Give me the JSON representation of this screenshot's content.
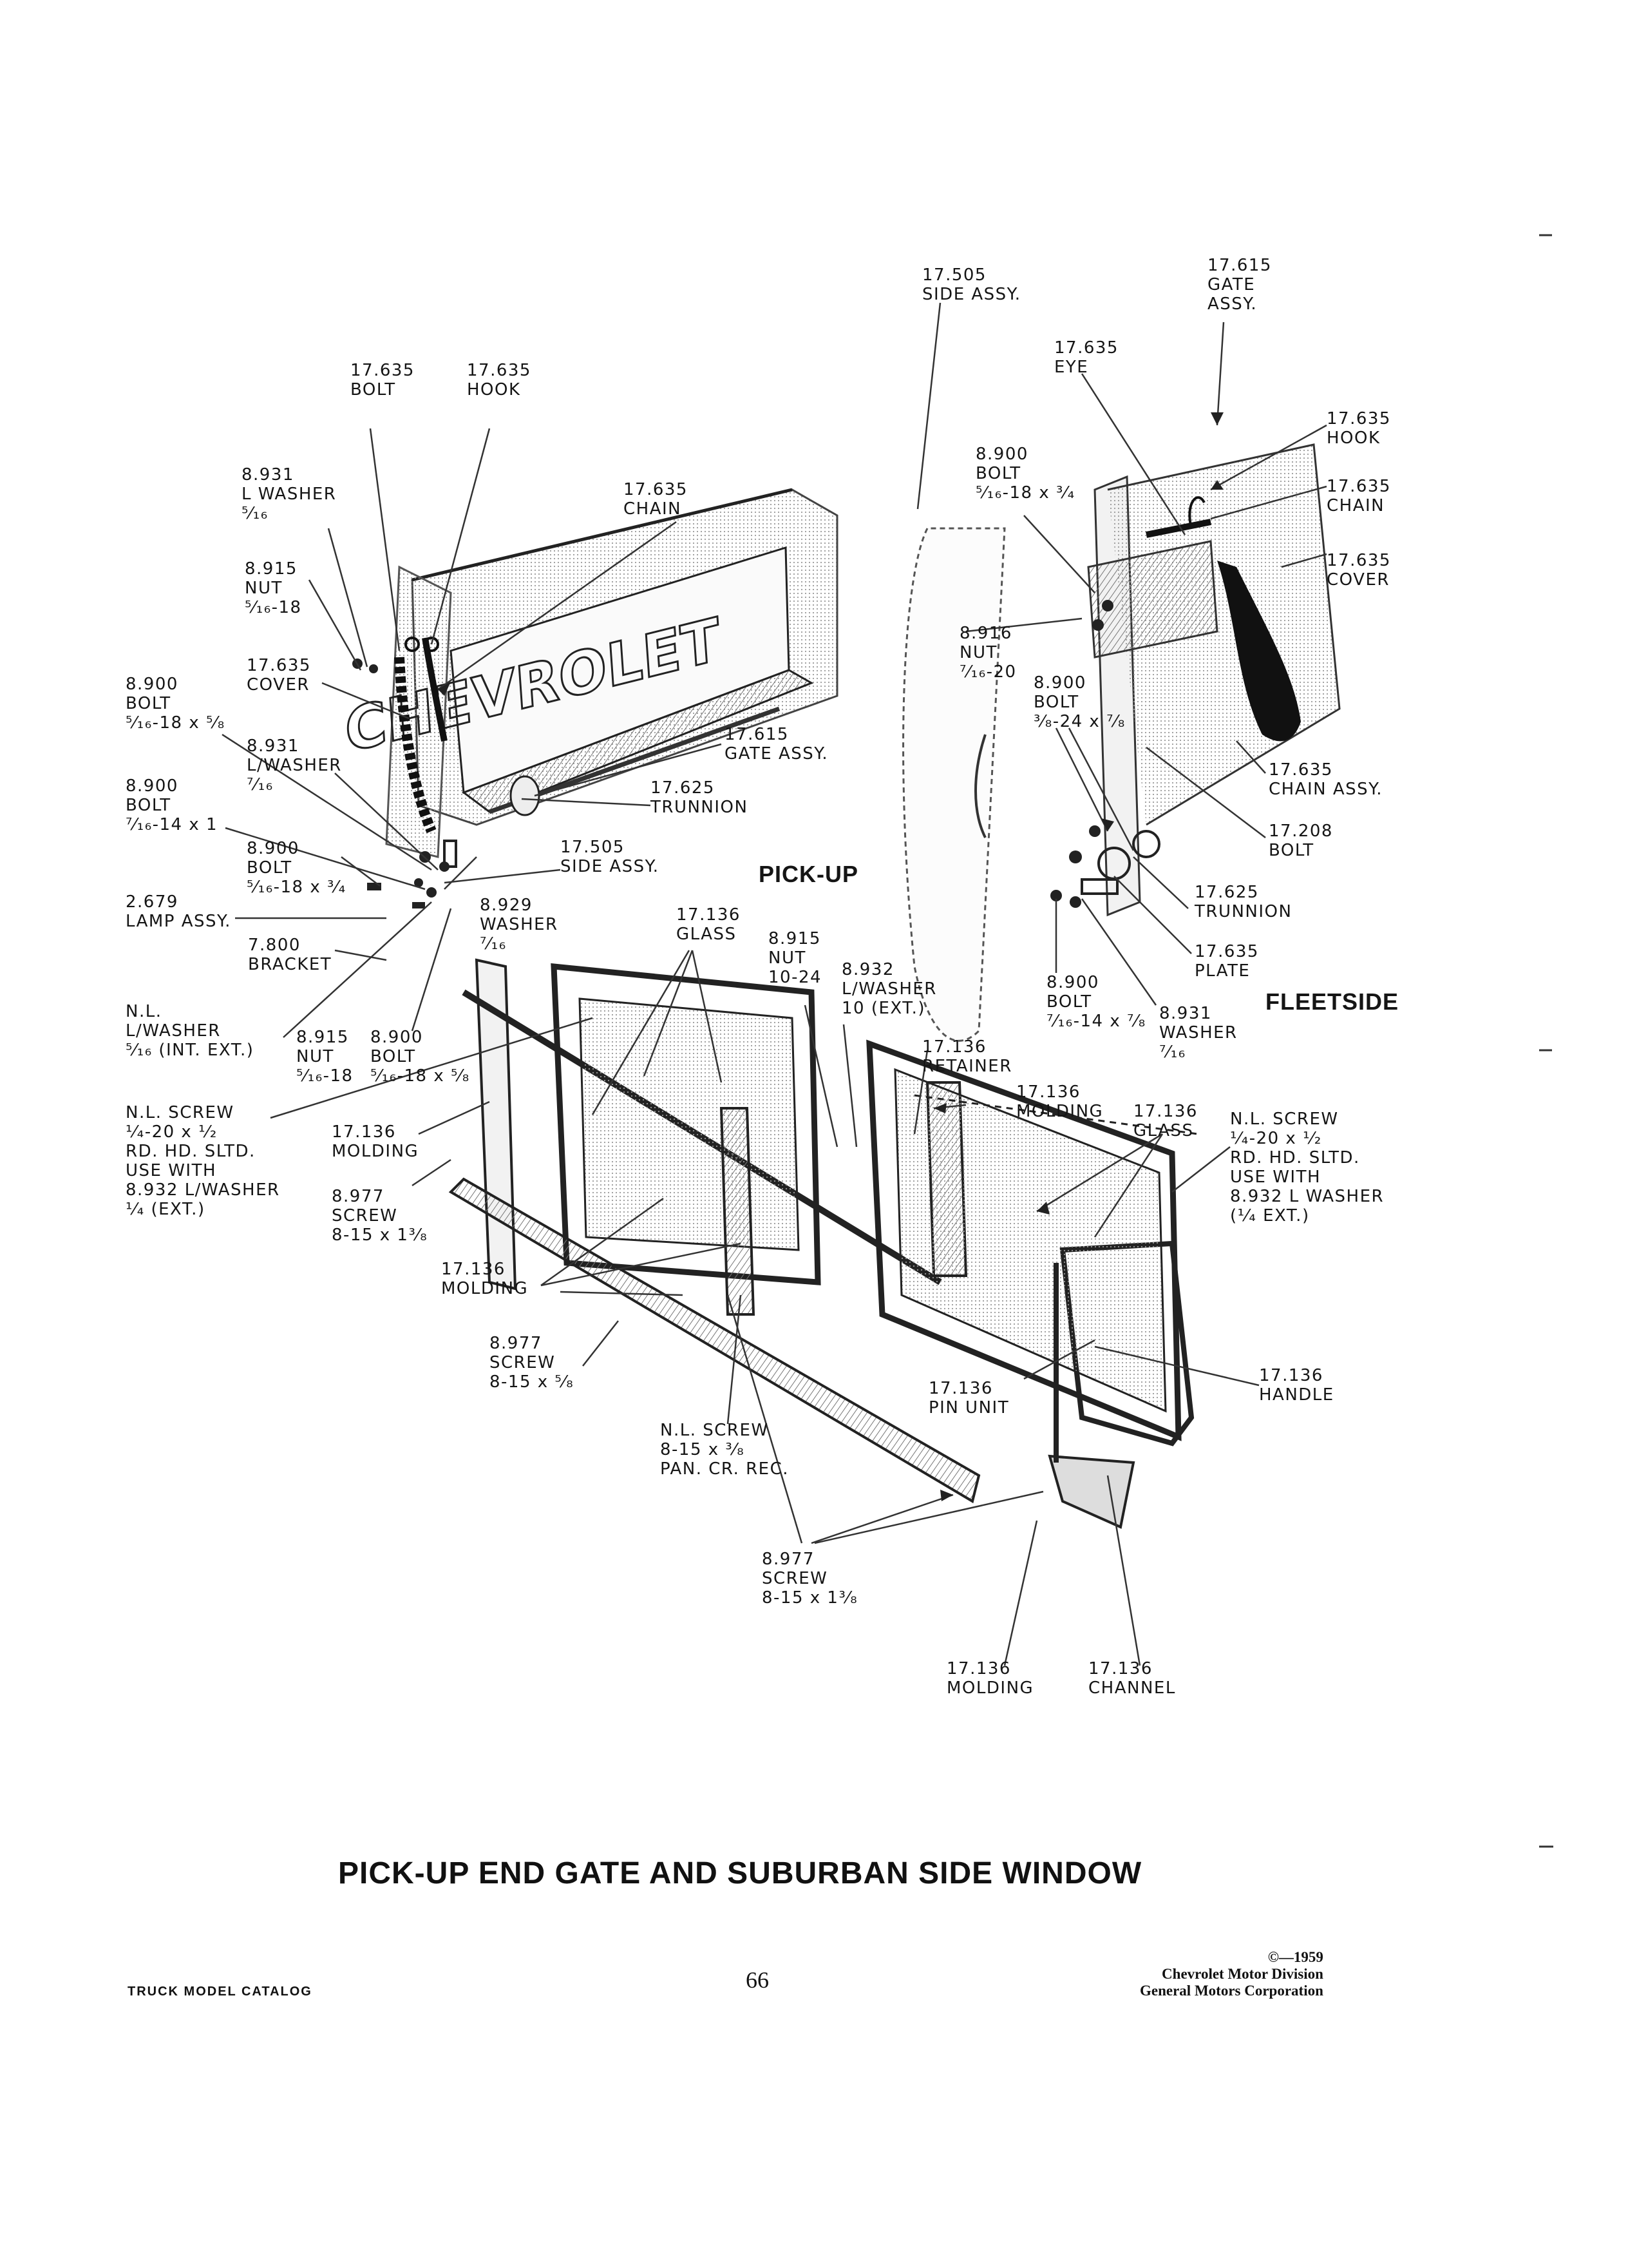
{
  "page": {
    "title": "PICK-UP END GATE AND SUBURBAN SIDE WINDOW",
    "page_number": "66",
    "catalog": "TRUCK MODEL CATALOG",
    "copyright": "©—1959",
    "publisher_1": "Chevrolet Motor Division",
    "publisher_2": "General Motors Corporation"
  },
  "sections": {
    "pickup": "PICK-UP",
    "fleetside": "FLEETSIDE"
  },
  "tailgate_lettering": "CHEVROLET",
  "callouts": {
    "c01": [
      "17.635",
      "BOLT"
    ],
    "c02": [
      "17.635",
      "HOOK"
    ],
    "c03": [
      "8.931",
      "L WASHER",
      "⁵⁄₁₆"
    ],
    "c04": [
      "17.635",
      "CHAIN"
    ],
    "c05": [
      "8.915",
      "NUT",
      "⁵⁄₁₆-18"
    ],
    "c06": [
      "17.635",
      "COVER"
    ],
    "c07": [
      "8.900",
      "BOLT",
      "⁵⁄₁₆-18 x ⁵⁄₈"
    ],
    "c08": [
      "8.931",
      "L/WASHER",
      "⁷⁄₁₆"
    ],
    "c09": [
      "8.900",
      "BOLT",
      "⁷⁄₁₆-14 x 1"
    ],
    "c10": [
      "8.900",
      "BOLT",
      "⁵⁄₁₆-18 x ³⁄₄"
    ],
    "c11": [
      "2.679",
      "LAMP ASSY."
    ],
    "c12": [
      "7.800",
      "BRACKET"
    ],
    "c13": [
      "N.L.",
      "L/WASHER",
      "⁵⁄₁₆ (INT. EXT.)"
    ],
    "c14": [
      "8.915",
      "NUT",
      "⁵⁄₁₆-18"
    ],
    "c15": [
      "8.900",
      "BOLT",
      "⁵⁄₁₆-18 x ⁵⁄₈"
    ],
    "c16": [
      "8.929",
      "WASHER",
      "⁷⁄₁₆"
    ],
    "c17": [
      "17.505",
      "SIDE ASSY."
    ],
    "c18": [
      "17.615",
      "GATE ASSY."
    ],
    "c19": [
      "17.625",
      "TRUNNION"
    ],
    "c20": [
      "17.505",
      "SIDE ASSY."
    ],
    "c21": [
      "17.615",
      "GATE",
      "ASSY."
    ],
    "c22": [
      "17.635",
      "EYE"
    ],
    "c23": [
      "8.900",
      "BOLT",
      "⁵⁄₁₆-18 x ³⁄₄"
    ],
    "c24": [
      "17.635",
      "HOOK"
    ],
    "c25": [
      "17.635",
      "CHAIN"
    ],
    "c26": [
      "17.635",
      "COVER"
    ],
    "c27": [
      "8.916",
      "NUT",
      "⁷⁄₁₆-20"
    ],
    "c28": [
      "8.900",
      "BOLT",
      "³⁄₈-24 x ⁷⁄₈"
    ],
    "c29": [
      "17.635",
      "CHAIN ASSY."
    ],
    "c30": [
      "17.208",
      "BOLT"
    ],
    "c31": [
      "17.625",
      "TRUNNION"
    ],
    "c32": [
      "17.635",
      "PLATE"
    ],
    "c33": [
      "8.900",
      "BOLT",
      "⁷⁄₁₆-14 x ⁷⁄₈"
    ],
    "c34": [
      "8.931",
      "WASHER",
      "⁷⁄₁₆"
    ],
    "c35": [
      "17.136",
      "GLASS"
    ],
    "c36": [
      "8.915",
      "NUT",
      "10-24"
    ],
    "c37": [
      "8.932",
      "L/WASHER",
      "10 (EXT.)"
    ],
    "c38": [
      "17.136",
      "RETAINER"
    ],
    "c39": [
      "17.136",
      "MOLDING"
    ],
    "c40": [
      "17.136",
      "GLASS"
    ],
    "c41": [
      "N.L. SCREW",
      "¹⁄₄-20 x ¹⁄₂",
      "RD. HD. SLTD.",
      "USE WITH",
      "8.932 L WASHER",
      "(¹⁄₄ EXT.)"
    ],
    "c42": [
      "N.L. SCREW",
      "¹⁄₄-20 x ¹⁄₂",
      "RD. HD. SLTD.",
      "USE WITH",
      "8.932 L/WASHER",
      "¹⁄₄ (EXT.)"
    ],
    "c43": [
      "17.136",
      "MOLDING"
    ],
    "c44": [
      "8.977",
      "SCREW",
      "8-15 x 1³⁄₈"
    ],
    "c45": [
      "17.136",
      "MOLDING"
    ],
    "c46": [
      "8.977",
      "SCREW",
      "8-15 x ⁵⁄₈"
    ],
    "c47": [
      "N.L. SCREW",
      "8-15 x ³⁄₈",
      "PAN. CR. REC."
    ],
    "c48": [
      "17.136",
      "PIN UNIT"
    ],
    "c49": [
      "17.136",
      "HANDLE"
    ],
    "c50": [
      "8.977",
      "SCREW",
      "8-15 x 1³⁄₈"
    ],
    "c51": [
      "17.136",
      "MOLDING"
    ],
    "c52": [
      "17.136",
      "CHANNEL"
    ]
  }
}
